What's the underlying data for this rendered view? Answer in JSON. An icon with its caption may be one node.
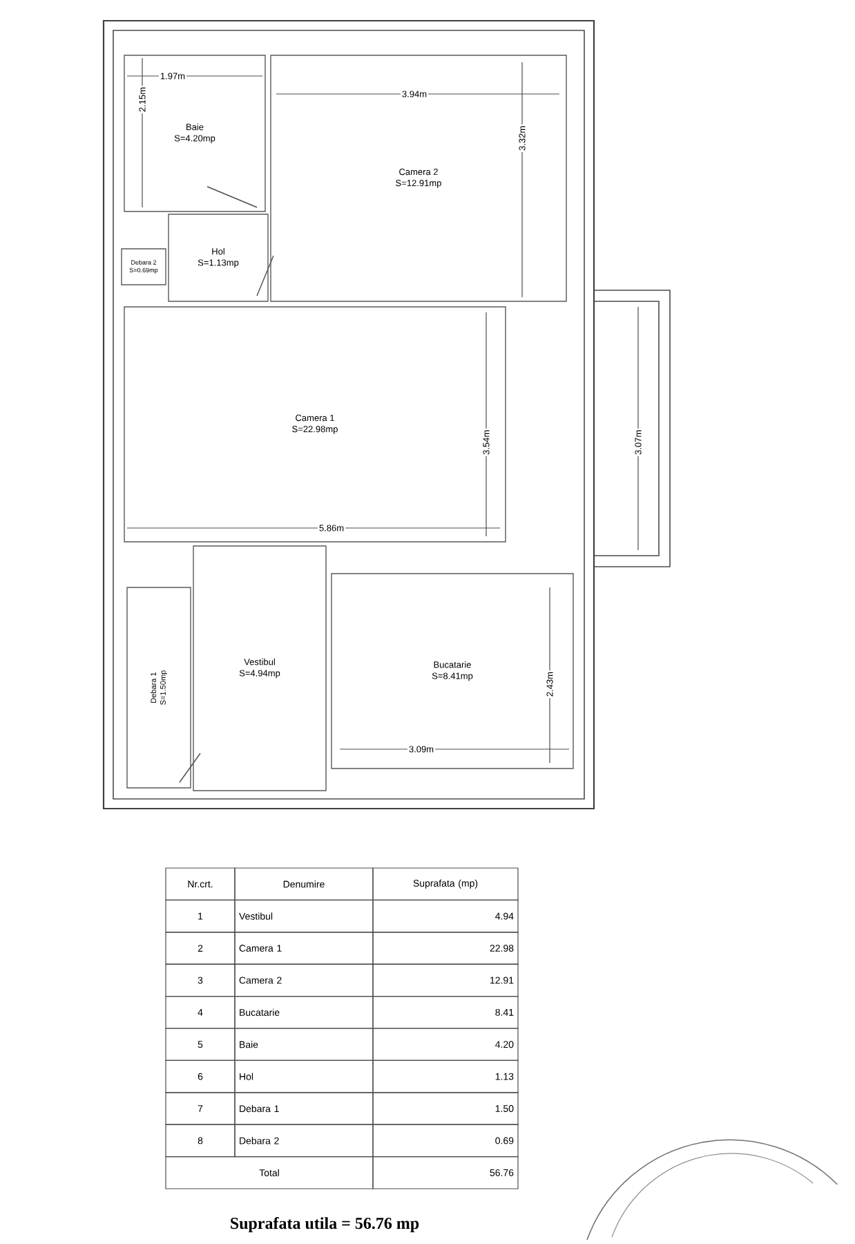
{
  "diagram": {
    "caption": "Suprafata utila = 56.76 mp",
    "nodes": [
      {
        "text": [
          "Baie",
          "S=4.20mp"
        ]
      },
      {
        "text": [
          "Camera 2",
          "S=12.91mp"
        ]
      },
      {
        "text": [
          "Debara 2",
          "S=0.69mp"
        ]
      },
      {
        "text": [
          "Hol",
          "S=1.13mp"
        ]
      },
      {
        "text": [
          "Camera 1",
          "S=22.98mp"
        ]
      },
      {
        "text": [
          "Debara 1",
          "S=1.50mp"
        ]
      },
      {
        "text": [
          "Vestibul",
          "S=4.94mp"
        ]
      },
      {
        "text": [
          "Bucatarie",
          "S=8.41mp"
        ]
      }
    ],
    "labels": [
      "1.97m",
      "2.15m",
      "3.94m",
      "3.32m",
      "3.54m",
      "3.07m",
      "5.86m",
      "2.43m",
      "3.09m",
      "Nr.crt.",
      "Denumire",
      "Suprafata (mp)",
      "1",
      "Vestibul",
      "4.94",
      "2",
      "Camera 1",
      "22.98",
      "3",
      "Camera 2",
      "12.91",
      "4",
      "Bucatarie",
      "8.41",
      "5",
      "Baie",
      "4.20",
      "6",
      "Hol",
      "1.13",
      "7",
      "Debara 1",
      "1.50",
      "8",
      "Debara 2",
      "0.69",
      "Total",
      "56.76"
    ]
  }
}
